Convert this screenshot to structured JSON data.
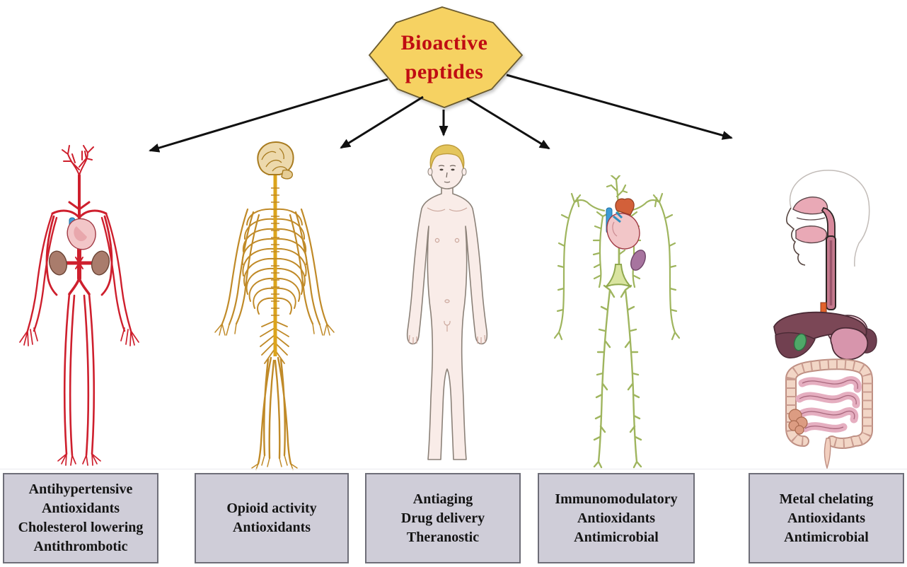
{
  "title": {
    "line1": "Bioactive",
    "line2": "peptides"
  },
  "colors": {
    "node_fill": "#F6D262",
    "node_border": "#6B5B2E",
    "title_text": "#C00C12",
    "arrow": "#111111",
    "box_fill": "#CFCDD8",
    "box_border": "#6E6E78",
    "box_text": "#141414",
    "circulatory_red": "#CE1F2D",
    "nervous_gold": "#C08A28",
    "skin": "#F9ECE8",
    "hair_blond": "#E4C55C",
    "lymph_green": "#9FB55E",
    "liver": "#7B4756",
    "heart_pink": "#F2C6C8",
    "kidney_brown": "#A97C6C",
    "spleen_purple": "#A7749F"
  },
  "systems": [
    {
      "icon": "circulatory-system-illustration",
      "effects": [
        "Antihypertensive",
        "Antioxidants",
        "Cholesterol lowering",
        "Antithrombotic"
      ]
    },
    {
      "icon": "nervous-system-illustration",
      "effects": [
        "Opioid activity",
        "Antioxidants"
      ]
    },
    {
      "icon": "human-body-illustration",
      "effects": [
        "Antiaging",
        "Drug delivery",
        "Theranostic"
      ]
    },
    {
      "icon": "lymphatic-system-illustration",
      "effects": [
        "Immunomodulatory",
        "Antioxidants",
        "Antimicrobial"
      ]
    },
    {
      "icon": "digestive-system-illustration",
      "effects": [
        "Metal chelating",
        "Antioxidants",
        "Antimicrobial"
      ]
    }
  ]
}
